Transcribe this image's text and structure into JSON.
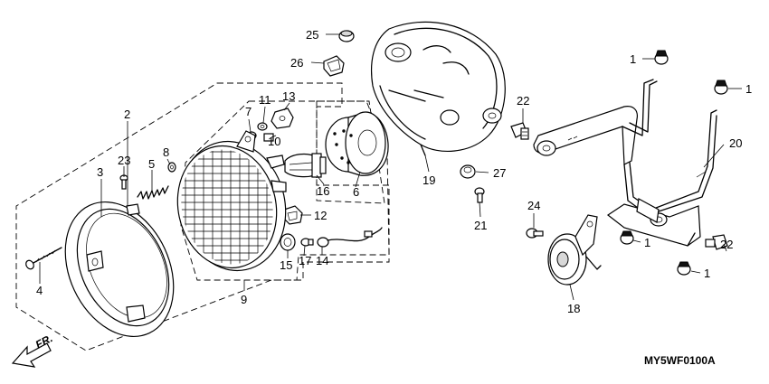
{
  "diagram_code": "MY5WF0100A",
  "direction_label": "FR.",
  "callouts": {
    "p1a": "1",
    "p1b": "1",
    "p1c": "1",
    "p1d": "1",
    "p2": "2",
    "p3": "3",
    "p4": "4",
    "p5": "5",
    "p6": "6",
    "p7": "7",
    "p8": "8",
    "p9": "9",
    "p10": "10",
    "p11": "11",
    "p12": "12",
    "p13": "13",
    "p14": "14",
    "p15": "15",
    "p16": "16",
    "p17": "17",
    "p18": "18",
    "p19": "19",
    "p20": "20",
    "p21": "21",
    "p22a": "22",
    "p22b": "22",
    "p23": "23",
    "p24": "24",
    "p25": "25",
    "p26": "26",
    "p27": "27"
  }
}
